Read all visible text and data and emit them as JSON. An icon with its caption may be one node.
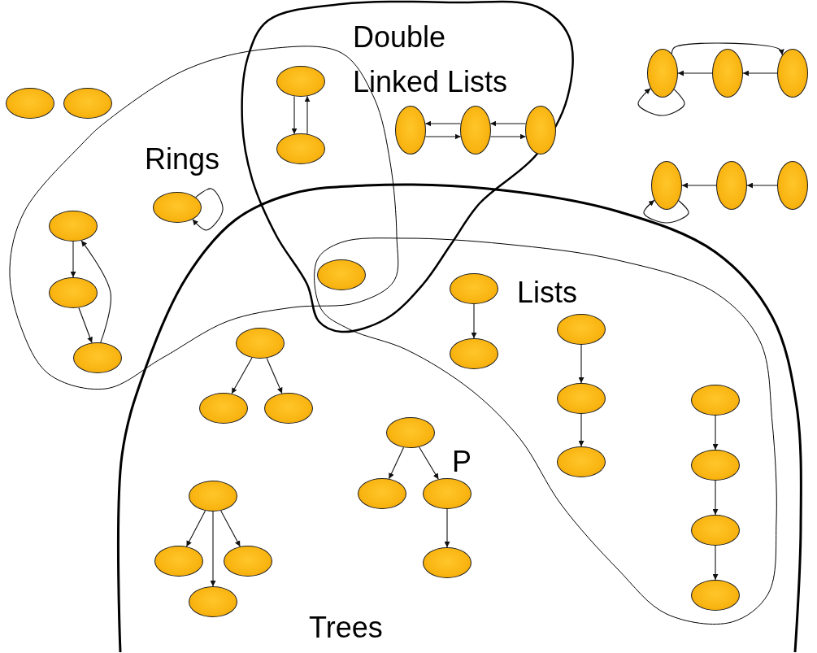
{
  "diagram": {
    "nodes": [
      {
        "text": [
          "Double Linked Lists"
        ]
      },
      {
        "text": [
          "Rings"
        ]
      },
      {
        "text": [
          "Lists"
        ],
        "in": 3
      },
      {
        "text": [
          "Trees"
        ]
      },
      {
        "text": [],
        "shape": "ellipse"
      },
      {
        "text": [],
        "shape": "ellipse"
      },
      {
        "text": [],
        "shape": "ellipse"
      },
      {
        "text": [],
        "shape": "ellipse"
      },
      {
        "text": [],
        "shape": "ellipse",
        "in": 0
      },
      {
        "text": [],
        "shape": "ellipse",
        "in": 0
      },
      {
        "text": [],
        "shape": "ellipse",
        "in": 0
      },
      {
        "text": [],
        "shape": "ellipse"
      },
      {
        "text": [],
        "shape": "ellipse"
      },
      {
        "text": [],
        "shape": "ellipse"
      },
      {
        "text": [],
        "shape": "ellipse"
      },
      {
        "text": [],
        "shape": "ellipse"
      },
      {
        "text": [],
        "shape": "ellipse"
      },
      {
        "text": [],
        "shape": "ellipse"
      },
      {
        "text": [],
        "shape": "ellipse",
        "in": 1
      },
      {
        "text": [],
        "shape": "ellipse",
        "in": 1
      },
      {
        "text": [],
        "shape": "ellipse",
        "in": 1
      },
      {
        "text": [],
        "shape": "ellipse"
      },
      {
        "text": [],
        "shape": "ellipse",
        "in": 2
      },
      {
        "text": [],
        "shape": "ellipse",
        "in": 2
      },
      {
        "text": [],
        "shape": "ellipse",
        "in": 2
      },
      {
        "text": [],
        "shape": "ellipse",
        "in": 2
      },
      {
        "text": [],
        "shape": "ellipse",
        "in": 2
      },
      {
        "text": [],
        "shape": "ellipse",
        "in": 2
      },
      {
        "text": [],
        "shape": "ellipse",
        "in": 2
      },
      {
        "text": [],
        "shape": "ellipse",
        "in": 2
      },
      {
        "text": [],
        "shape": "ellipse",
        "in": 2
      },
      {
        "text": [],
        "shape": "ellipse",
        "in": 3
      },
      {
        "text": [],
        "shape": "ellipse",
        "in": 3
      },
      {
        "text": [],
        "shape": "ellipse",
        "in": 3
      },
      {
        "text": [],
        "shape": "ellipse",
        "in": 3
      },
      {
        "text": [],
        "shape": "ellipse",
        "in": 3
      },
      {
        "text": [],
        "shape": "ellipse",
        "in": 3
      },
      {
        "text": [],
        "shape": "ellipse",
        "in": 3
      },
      {
        "text": [],
        "shape": "ellipse",
        "in": 3
      },
      {
        "text": [],
        "shape": "ellipse",
        "in": 3
      },
      {
        "text": [],
        "shape": "ellipse",
        "in": 3
      },
      {
        "text": [],
        "shape": "ellipse",
        "in": 3
      }
    ],
    "edges": [
      {
        "from": 6,
        "to": 7,
        "arrow": "to"
      },
      {
        "from": 7,
        "to": 6,
        "arrow": "to"
      },
      {
        "from": 8,
        "to": 9,
        "arrow": "to"
      },
      {
        "from": 9,
        "to": 8,
        "arrow": "to"
      },
      {
        "from": 9,
        "to": 10,
        "arrow": "to"
      },
      {
        "from": 10,
        "to": 9,
        "arrow": "to"
      },
      {
        "from": 11,
        "to": 13,
        "arrow": "to"
      },
      {
        "from": 12,
        "to": 11,
        "arrow": "to"
      },
      {
        "from": 13,
        "to": 12,
        "arrow": "to"
      },
      {
        "from": 11,
        "to": 11,
        "arrow": "to"
      },
      {
        "from": 15,
        "to": 14,
        "arrow": "to"
      },
      {
        "from": 16,
        "to": 15,
        "arrow": "to"
      },
      {
        "from": 14,
        "to": 14,
        "arrow": "to"
      },
      {
        "from": 17,
        "to": 17,
        "arrow": "to"
      },
      {
        "from": 18,
        "to": 19,
        "arrow": "to"
      },
      {
        "from": 19,
        "to": 20,
        "arrow": "to"
      },
      {
        "from": 20,
        "to": 18,
        "arrow": "to"
      },
      {
        "from": 22,
        "to": 23,
        "arrow": "to"
      },
      {
        "from": 24,
        "to": 25,
        "arrow": "to"
      },
      {
        "from": 25,
        "to": 26,
        "arrow": "to"
      },
      {
        "from": 27,
        "to": 28,
        "arrow": "to"
      },
      {
        "from": 28,
        "to": 29,
        "arrow": "to"
      },
      {
        "from": 29,
        "to": 30,
        "arrow": "to"
      },
      {
        "from": 31,
        "to": 32,
        "arrow": "to"
      },
      {
        "from": 31,
        "to": 33,
        "arrow": "to"
      },
      {
        "from": 34,
        "to": 35,
        "arrow": "to"
      },
      {
        "from": 34,
        "to": 36,
        "arrow": "to"
      },
      {
        "from": 36,
        "to": 37,
        "arrow": "to"
      },
      {
        "from": 38,
        "to": 39,
        "arrow": "to"
      },
      {
        "from": 38,
        "to": 41,
        "arrow": "to"
      },
      {
        "from": 38,
        "to": 40,
        "arrow": "to"
      }
    ],
    "labels": [
      "P"
    ]
  }
}
